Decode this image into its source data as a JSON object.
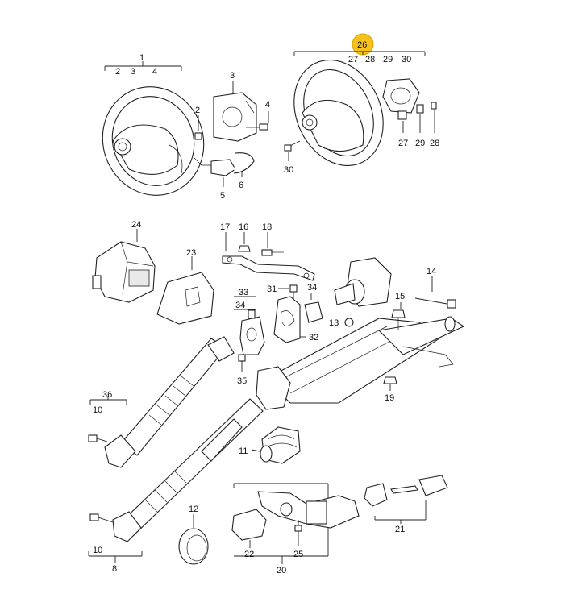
{
  "callouts": {
    "c1": "1",
    "c2a": "2",
    "c3a": "3",
    "c4a": "4",
    "c3b": "3",
    "c2b": "2",
    "c4b": "4",
    "c5": "5",
    "c6": "6",
    "c26": "26",
    "c27a": "27",
    "c28a": "28",
    "c29a": "29",
    "c30a": "30",
    "c27b": "27",
    "c29b": "29",
    "c28b": "28",
    "c30b": "30",
    "c24": "24",
    "c23": "23",
    "c17": "17",
    "c16": "16",
    "c18": "18",
    "c14": "14",
    "c33": "33",
    "c34a": "34",
    "c31": "31",
    "c34b": "34",
    "c15": "15",
    "c13": "13",
    "c32": "32",
    "c35": "35",
    "c19": "19",
    "c36": "36",
    "c10a": "10",
    "c11": "11",
    "c12": "12",
    "c10b": "10",
    "c8": "8",
    "c21": "21",
    "c22": "22",
    "c25": "25",
    "c20": "20"
  },
  "highlight_color": "#f6c21b"
}
